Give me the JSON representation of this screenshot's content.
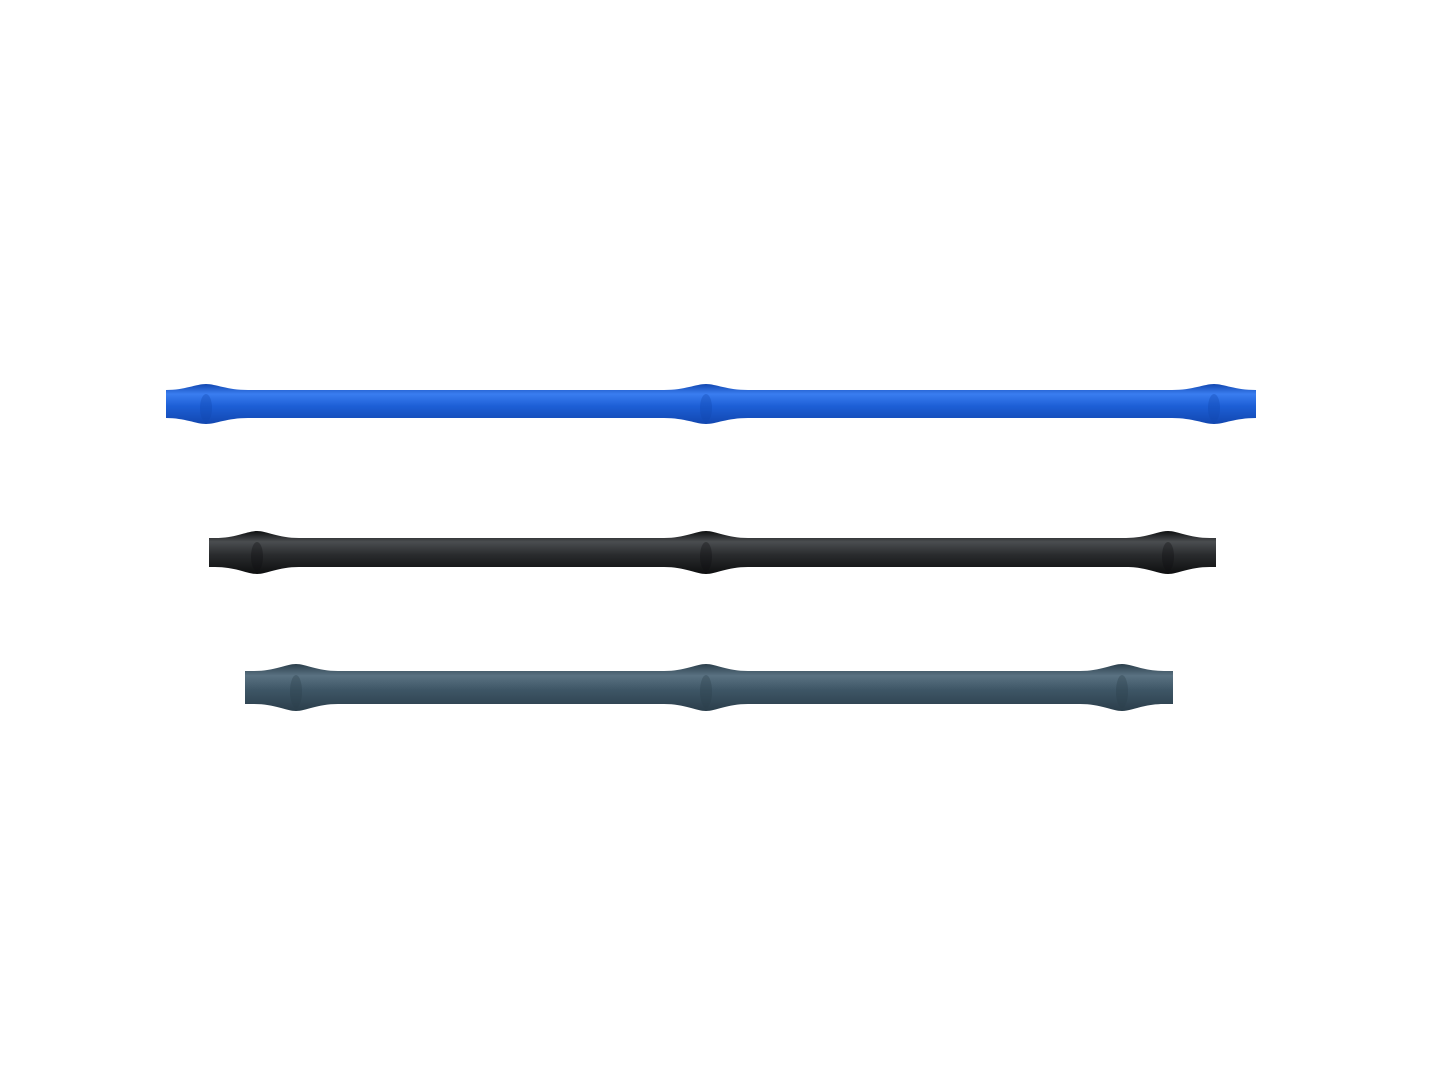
{
  "bars": [
    {
      "name": "blue-bar",
      "color": "#1d5fd6",
      "highlight": "#3a7df0",
      "shadow": "#1247b0"
    },
    {
      "name": "black-bar",
      "color": "#2a2c2e",
      "highlight": "#4a4d50",
      "shadow": "#0e0f10"
    },
    {
      "name": "slate-bar",
      "color": "#3e5666",
      "highlight": "#5a7282",
      "shadow": "#2b3e4b"
    }
  ]
}
